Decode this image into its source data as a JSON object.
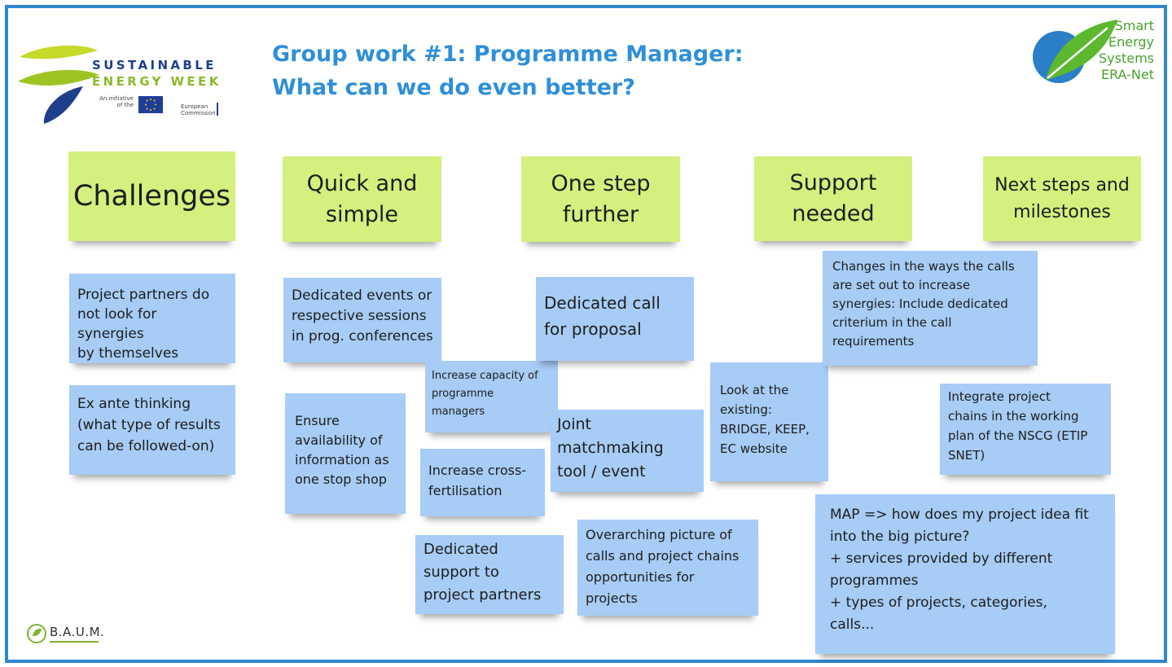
{
  "title": {
    "line1": "Group work #1: Programme Manager:",
    "line2": "What can we do even better?"
  },
  "logos": {
    "sew_line1": "SUSTAINABLE",
    "sew_line2": "ENERGY WEEK",
    "sew_initiative": "An initiative of the",
    "sew_commission": "European Commission",
    "ses": "Smart\nEnergy\nSystems\nERA-Net",
    "baum": "B.A.U.M."
  },
  "headers": [
    "Challenges",
    "Quick and\nsimple",
    "One step\nfurther",
    "Support\nneeded",
    "Next steps and\nmilestones"
  ],
  "notes": [
    "Project partners do\nnot look for synergies\nby themselves",
    "Ex ante thinking\n(what type of results\ncan be followed-on)",
    "Dedicated events or\nrespective sessions\nin prog. conferences",
    "Ensure\navailability of\ninformation as\none stop shop",
    "Increase capacity of\nprogramme\nmanagers",
    "Increase cross-\nfertilisation",
    "Dedicated\nsupport to\nproject partners",
    "Dedicated call\nfor proposal",
    "Joint\nmatchmaking\ntool / event",
    "Overarching picture of\ncalls and project chains\nopportunities for\nprojects",
    "Look at the\nexisting:\nBRIDGE, KEEP,\nEC website",
    "Changes in the ways the calls\nare set out to increase\nsynergies: Include dedicated\ncriterium in the call\nrequirements",
    "Integrate project\nchains in the working\nplan of the NSCG (ETIP\nSNET)",
    "MAP => how does my project idea fit\ninto the big picture?\n+ services provided by different\nprogrammes\n+ types of projects, categories,\ncalls..."
  ],
  "colors": {
    "frame": "#2e87cf",
    "title": "#2f8fd8",
    "green_note": "#d4f07f",
    "blue_note": "#a7ccf5"
  }
}
